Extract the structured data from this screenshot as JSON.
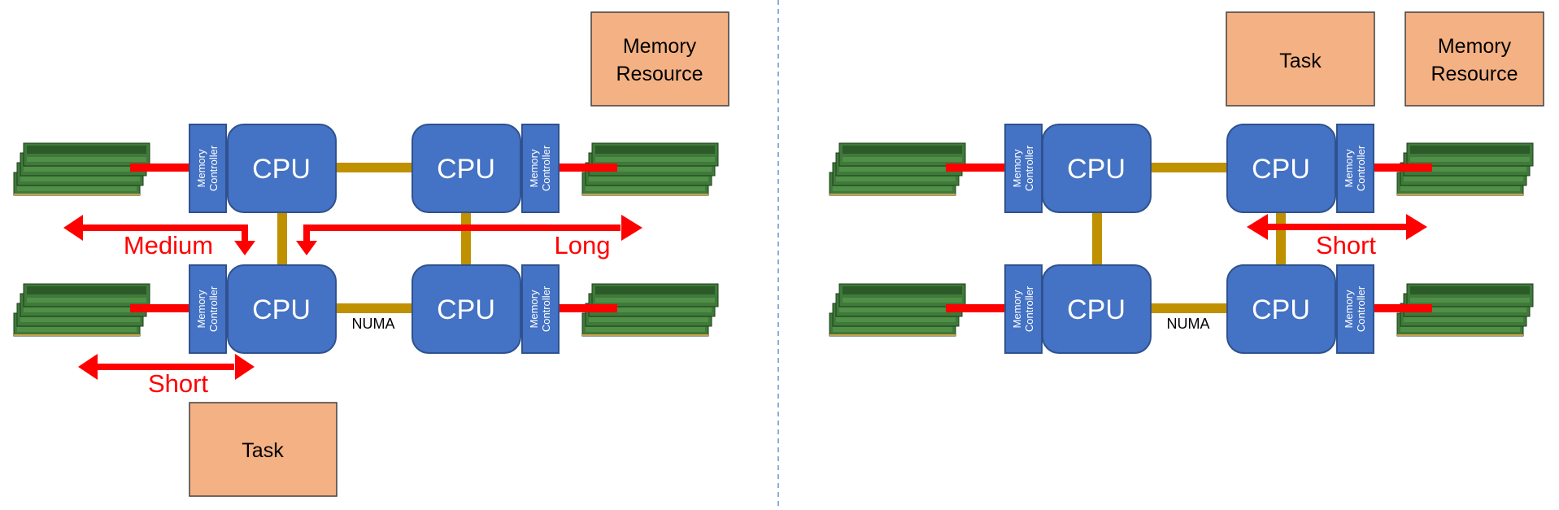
{
  "labels": {
    "cpu": "CPU",
    "memory_controller_line1": "Memory",
    "memory_controller_line2": "Controller",
    "numa": "NUMA",
    "task": "Task",
    "memory_resource_line1": "Memory",
    "memory_resource_line2": "Resource"
  },
  "left_panel": {
    "distances": {
      "medium": "Medium",
      "long": "Long",
      "short": "Short"
    }
  },
  "right_panel": {
    "distances": {
      "short": "Short"
    }
  },
  "colors": {
    "cpu_fill": "#4472c4",
    "cpu_stroke": "#2f528f",
    "interconnect": "#bf9000",
    "arrow": "#ff0000",
    "box_fill": "#f4b183",
    "dimm_board": "#3f7a3a",
    "divider": "#8faadc"
  }
}
